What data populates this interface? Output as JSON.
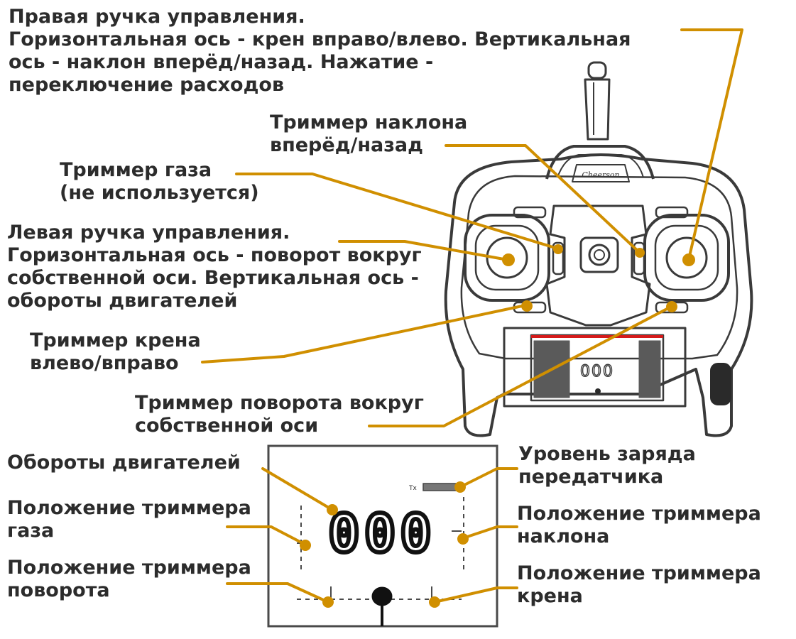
{
  "colors": {
    "leader": "#d08f00",
    "outline": "#3a3a3a",
    "text": "#2c2c2c",
    "accent_red": "#d41a1a"
  },
  "device": {
    "brand_text": "Cheerson",
    "screen_digits": "000"
  },
  "lcd": {
    "digits": "000"
  },
  "labels": {
    "right_stick": [
      "Правая ручка управления.",
      "Горизонтальная ось - крен вправо/влево. Вертикальная",
      "ось - наклон вперёд/назад. Нажатие -",
      "переключение расходов"
    ],
    "pitch_trim": [
      "Триммер наклона",
      "вперёд/назад"
    ],
    "throttle_trim": [
      "Триммер газа",
      "(не используется)"
    ],
    "left_stick": [
      "Левая ручка управления.",
      "Горизонтальная ось - поворот вокруг",
      "собственной оси. Вертикальная ось -",
      "обороты двигателей"
    ],
    "roll_trim": [
      "Триммер крена",
      "влево/вправо"
    ],
    "yaw_trim": [
      "Триммер поворота вокруг",
      "собственной оси"
    ],
    "engine_rpm": [
      "Обороты двигателей"
    ],
    "battery_level": [
      "Уровень заряда",
      "передатчика"
    ],
    "throttle_trim_pos": [
      "Положение триммера",
      "газа"
    ],
    "pitch_trim_pos": [
      "Положение триммера",
      "наклона"
    ],
    "yaw_trim_pos": [
      "Положение триммера",
      "поворота"
    ],
    "roll_trim_pos": [
      "Положение триммера",
      "крена"
    ]
  }
}
